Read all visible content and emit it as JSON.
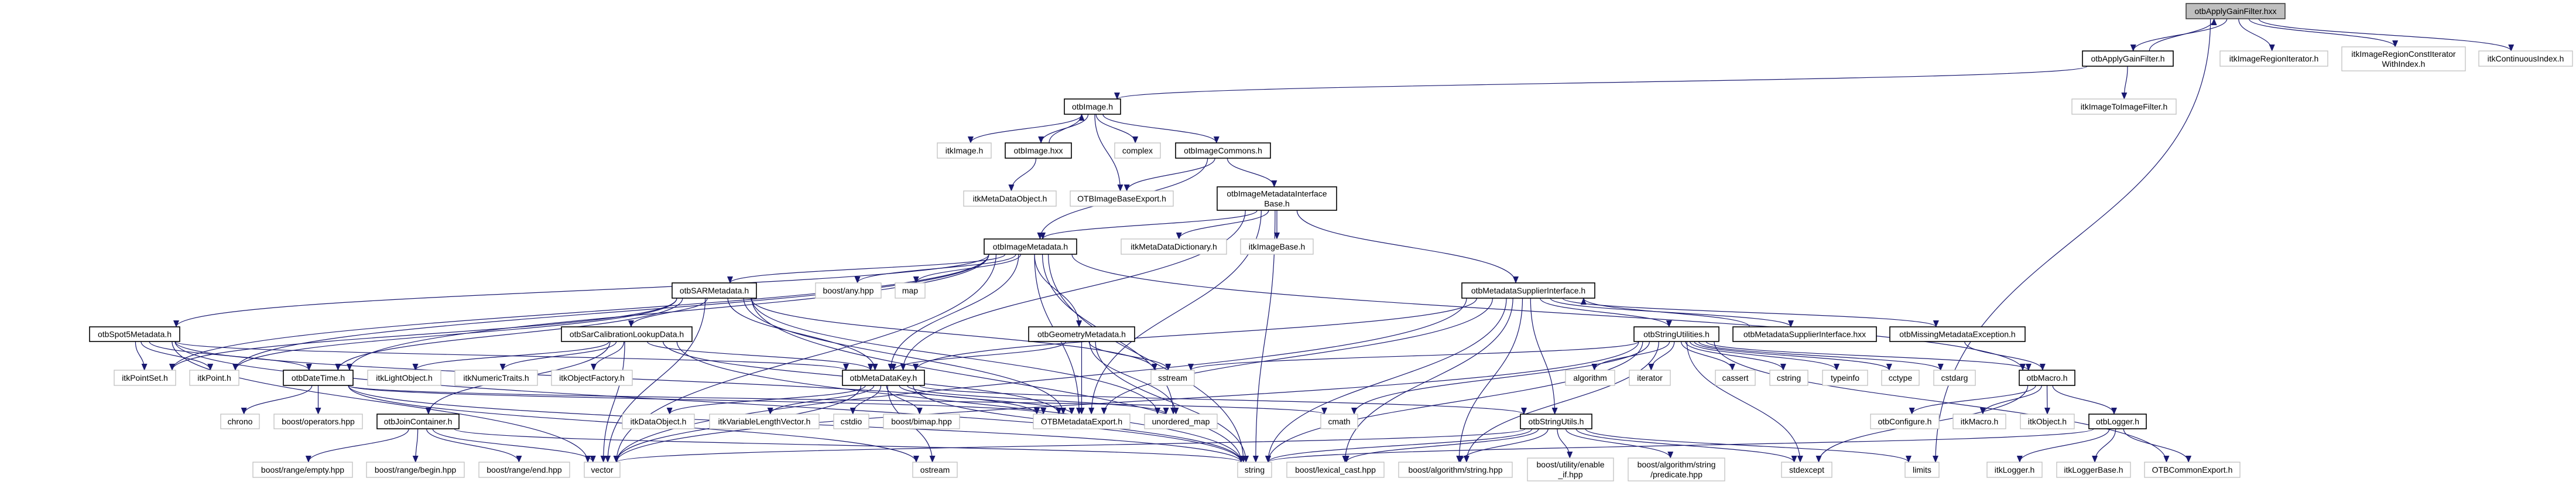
{
  "colors": {
    "edge": "#191970",
    "root_fill": "#bfbfbf",
    "local_border": "#000000",
    "external_border": "#bfbfbf"
  },
  "nodes": [
    {
      "id": "hxx",
      "label": [
        "otbApplyGainFilter.hxx"
      ],
      "kind": "root"
    },
    {
      "id": "agf",
      "label": [
        "otbApplyGainFilter.h"
      ],
      "kind": "local"
    },
    {
      "id": "iri",
      "label": [
        "itkImageRegionIterator.h"
      ],
      "kind": "external"
    },
    {
      "id": "ircwi",
      "label": [
        "itkImageRegionConstIterator",
        "WithIndex.h"
      ],
      "kind": "external"
    },
    {
      "id": "ici",
      "label": [
        "itkContinuousIndex.h"
      ],
      "kind": "external"
    },
    {
      "id": "iti",
      "label": [
        "itkImageToImageFilter.h"
      ],
      "kind": "external"
    },
    {
      "id": "oimg",
      "label": [
        "otbImage.h"
      ],
      "kind": "local"
    },
    {
      "id": "itkimg",
      "label": [
        "itkImage.h"
      ],
      "kind": "external"
    },
    {
      "id": "oimghxx",
      "label": [
        "otbImage.hxx"
      ],
      "kind": "local"
    },
    {
      "id": "complex",
      "label": [
        "complex"
      ],
      "kind": "external"
    },
    {
      "id": "oic",
      "label": [
        "otbImageCommons.h"
      ],
      "kind": "local"
    },
    {
      "id": "imdo",
      "label": [
        "itkMetaDataObject.h"
      ],
      "kind": "external"
    },
    {
      "id": "oibe",
      "label": [
        "OTBImageBaseExport.h"
      ],
      "kind": "external"
    },
    {
      "id": "oimib",
      "label": [
        "otbImageMetadataInterface",
        "Base.h"
      ],
      "kind": "local"
    },
    {
      "id": "oim",
      "label": [
        "otbImageMetadata.h"
      ],
      "kind": "local"
    },
    {
      "id": "imdd",
      "label": [
        "itkMetaDataDictionary.h"
      ],
      "kind": "external"
    },
    {
      "id": "iib",
      "label": [
        "itkImageBase.h"
      ],
      "kind": "external"
    },
    {
      "id": "osar",
      "label": [
        "otbSARMetadata.h"
      ],
      "kind": "local"
    },
    {
      "id": "bany",
      "label": [
        "boost/any.hpp"
      ],
      "kind": "external"
    },
    {
      "id": "map",
      "label": [
        "map"
      ],
      "kind": "external"
    },
    {
      "id": "omsi",
      "label": [
        "otbMetadataSupplierInterface.h"
      ],
      "kind": "local"
    },
    {
      "id": "spot5",
      "label": [
        "otbSpot5Metadata.h"
      ],
      "kind": "local"
    },
    {
      "id": "scld",
      "label": [
        "otbSarCalibrationLookupData.h"
      ],
      "kind": "local"
    },
    {
      "id": "ogm",
      "label": [
        "otbGeometryMetadata.h"
      ],
      "kind": "local"
    },
    {
      "id": "osu",
      "label": [
        "otbStringUtilities.h"
      ],
      "kind": "local"
    },
    {
      "id": "omsihxx",
      "label": [
        "otbMetadataSupplierInterface.hxx"
      ],
      "kind": "local"
    },
    {
      "id": "omme",
      "label": [
        "otbMissingMetadataException.h"
      ],
      "kind": "local"
    },
    {
      "id": "ips",
      "label": [
        "itkPointSet.h"
      ],
      "kind": "external"
    },
    {
      "id": "ipt",
      "label": [
        "itkPoint.h"
      ],
      "kind": "external"
    },
    {
      "id": "odt",
      "label": [
        "otbDateTime.h"
      ],
      "kind": "local"
    },
    {
      "id": "ilo",
      "label": [
        "itkLightObject.h"
      ],
      "kind": "external"
    },
    {
      "id": "int",
      "label": [
        "itkNumericTraits.h"
      ],
      "kind": "external"
    },
    {
      "id": "iof",
      "label": [
        "itkObjectFactory.h"
      ],
      "kind": "external"
    },
    {
      "id": "omdk",
      "label": [
        "otbMetaDataKey.h"
      ],
      "kind": "local"
    },
    {
      "id": "sstream",
      "label": [
        "sstream"
      ],
      "kind": "external"
    },
    {
      "id": "algorithm",
      "label": [
        "algorithm"
      ],
      "kind": "external"
    },
    {
      "id": "iterator",
      "label": [
        "iterator"
      ],
      "kind": "external"
    },
    {
      "id": "cassert",
      "label": [
        "cassert"
      ],
      "kind": "external"
    },
    {
      "id": "cstring",
      "label": [
        "cstring"
      ],
      "kind": "external"
    },
    {
      "id": "typeinfo",
      "label": [
        "typeinfo"
      ],
      "kind": "external"
    },
    {
      "id": "cctype",
      "label": [
        "cctype"
      ],
      "kind": "external"
    },
    {
      "id": "cstdarg",
      "label": [
        "cstdarg"
      ],
      "kind": "external"
    },
    {
      "id": "omacro",
      "label": [
        "otbMacro.h"
      ],
      "kind": "local"
    },
    {
      "id": "chrono",
      "label": [
        "chrono"
      ],
      "kind": "external"
    },
    {
      "id": "bops",
      "label": [
        "boost/operators.hpp"
      ],
      "kind": "external"
    },
    {
      "id": "ojc",
      "label": [
        "otbJoinContainer.h"
      ],
      "kind": "local"
    },
    {
      "id": "ido",
      "label": [
        "itkDataObject.h"
      ],
      "kind": "external"
    },
    {
      "id": "ivlv",
      "label": [
        "itkVariableLengthVector.h"
      ],
      "kind": "external"
    },
    {
      "id": "cstdio",
      "label": [
        "cstdio"
      ],
      "kind": "external"
    },
    {
      "id": "bbimap",
      "label": [
        "boost/bimap.hpp"
      ],
      "kind": "external"
    },
    {
      "id": "omde",
      "label": [
        "OTBMetadataExport.h"
      ],
      "kind": "external"
    },
    {
      "id": "umap",
      "label": [
        "unordered_map"
      ],
      "kind": "external"
    },
    {
      "id": "cmath",
      "label": [
        "cmath"
      ],
      "kind": "external"
    },
    {
      "id": "ostu",
      "label": [
        "otbStringUtils.h"
      ],
      "kind": "local"
    },
    {
      "id": "oconf",
      "label": [
        "otbConfigure.h"
      ],
      "kind": "external"
    },
    {
      "id": "imacro",
      "label": [
        "itkMacro.h"
      ],
      "kind": "external"
    },
    {
      "id": "iobj",
      "label": [
        "itkObject.h"
      ],
      "kind": "external"
    },
    {
      "id": "olog",
      "label": [
        "otbLogger.h"
      ],
      "kind": "local"
    },
    {
      "id": "bre",
      "label": [
        "boost/range/empty.hpp"
      ],
      "kind": "external"
    },
    {
      "id": "brb",
      "label": [
        "boost/range/begin.hpp"
      ],
      "kind": "external"
    },
    {
      "id": "brend",
      "label": [
        "boost/range/end.hpp"
      ],
      "kind": "external"
    },
    {
      "id": "vector",
      "label": [
        "vector"
      ],
      "kind": "external"
    },
    {
      "id": "ostream",
      "label": [
        "ostream"
      ],
      "kind": "external"
    },
    {
      "id": "string",
      "label": [
        "string"
      ],
      "kind": "external"
    },
    {
      "id": "blc",
      "label": [
        "boost/lexical_cast.hpp"
      ],
      "kind": "external"
    },
    {
      "id": "bas",
      "label": [
        "boost/algorithm/string.hpp"
      ],
      "kind": "external"
    },
    {
      "id": "bue",
      "label": [
        "boost/utility/enable",
        "_if.hpp"
      ],
      "kind": "external"
    },
    {
      "id": "basp",
      "label": [
        "boost/algorithm/string",
        "/predicate.hpp"
      ],
      "kind": "external"
    },
    {
      "id": "stdexcept",
      "label": [
        "stdexcept"
      ],
      "kind": "external"
    },
    {
      "id": "limits",
      "label": [
        "limits"
      ],
      "kind": "external"
    },
    {
      "id": "ilog",
      "label": [
        "itkLogger.h"
      ],
      "kind": "external"
    },
    {
      "id": "ilogb",
      "label": [
        "itkLoggerBase.h"
      ],
      "kind": "external"
    },
    {
      "id": "oce",
      "label": [
        "OTBCommonExport.h"
      ],
      "kind": "external"
    }
  ],
  "edges": [
    [
      "hxx",
      "agf"
    ],
    [
      "hxx",
      "iri"
    ],
    [
      "hxx",
      "ircwi"
    ],
    [
      "hxx",
      "ici"
    ],
    [
      "hxx",
      "limits"
    ],
    [
      "agf",
      "hxx"
    ],
    [
      "agf",
      "oimg"
    ],
    [
      "agf",
      "iti"
    ],
    [
      "oimg",
      "itkimg"
    ],
    [
      "oimg",
      "oimghxx"
    ],
    [
      "oimg",
      "oibe"
    ],
    [
      "oimg",
      "complex"
    ],
    [
      "oimg",
      "oic"
    ],
    [
      "oimghxx",
      "oimg"
    ],
    [
      "oimghxx",
      "imdo"
    ],
    [
      "oic",
      "oibe"
    ],
    [
      "oic",
      "oim"
    ],
    [
      "oic",
      "oimib"
    ],
    [
      "oimib",
      "oim"
    ],
    [
      "oimib",
      "imdd"
    ],
    [
      "oimib",
      "iib"
    ],
    [
      "oimib",
      "omsi"
    ],
    [
      "oimib",
      "omde"
    ],
    [
      "oimib",
      "string"
    ],
    [
      "oimib",
      "omdk"
    ],
    [
      "oim",
      "osar"
    ],
    [
      "oim",
      "bany"
    ],
    [
      "oim",
      "map"
    ],
    [
      "oim",
      "ogm"
    ],
    [
      "oim",
      "omdk"
    ],
    [
      "oim",
      "omde"
    ],
    [
      "oim",
      "umap"
    ],
    [
      "oim",
      "string"
    ],
    [
      "oim",
      "vector"
    ],
    [
      "oim",
      "spot5"
    ],
    [
      "oim",
      "ips"
    ],
    [
      "oim",
      "ipt"
    ],
    [
      "oim",
      "odt"
    ],
    [
      "oim",
      "omacro"
    ],
    [
      "osar",
      "scld"
    ],
    [
      "osar",
      "omdk"
    ],
    [
      "osar",
      "omde"
    ],
    [
      "osar",
      "sstream"
    ],
    [
      "osar",
      "string"
    ],
    [
      "osar",
      "umap"
    ],
    [
      "osar",
      "vector"
    ],
    [
      "osar",
      "odt"
    ],
    [
      "osar",
      "ips"
    ],
    [
      "osar",
      "ipt"
    ],
    [
      "spot5",
      "ips"
    ],
    [
      "spot5",
      "ipt"
    ],
    [
      "spot5",
      "odt"
    ],
    [
      "spot5",
      "omdk"
    ],
    [
      "spot5",
      "vector"
    ],
    [
      "spot5",
      "string"
    ],
    [
      "spot5",
      "omde"
    ],
    [
      "scld",
      "ilo"
    ],
    [
      "scld",
      "int"
    ],
    [
      "scld",
      "iof"
    ],
    [
      "scld",
      "omdk"
    ],
    [
      "scld",
      "omde"
    ],
    [
      "scld",
      "ojc"
    ],
    [
      "scld",
      "string"
    ],
    [
      "scld",
      "vector"
    ],
    [
      "ogm",
      "omdk"
    ],
    [
      "ogm",
      "omde"
    ],
    [
      "ogm",
      "sstream"
    ],
    [
      "ogm",
      "string"
    ],
    [
      "ogm",
      "umap"
    ],
    [
      "odt",
      "chrono"
    ],
    [
      "odt",
      "bops"
    ],
    [
      "odt",
      "omde"
    ],
    [
      "odt",
      "string"
    ],
    [
      "odt",
      "ostream"
    ],
    [
      "odt",
      "cmath"
    ],
    [
      "omdk",
      "ido"
    ],
    [
      "omdk",
      "ivlv"
    ],
    [
      "omdk",
      "cstdio"
    ],
    [
      "omdk",
      "bbimap"
    ],
    [
      "omdk",
      "omde"
    ],
    [
      "omdk",
      "umap"
    ],
    [
      "omdk",
      "string"
    ],
    [
      "omdk",
      "vector"
    ],
    [
      "omdk",
      "ostream"
    ],
    [
      "omdk",
      "ostu"
    ],
    [
      "ojc",
      "bre"
    ],
    [
      "ojc",
      "brb"
    ],
    [
      "ojc",
      "brend"
    ],
    [
      "ojc",
      "string"
    ],
    [
      "ojc",
      "vector"
    ],
    [
      "omsi",
      "osu"
    ],
    [
      "omsi",
      "omsihxx"
    ],
    [
      "omsi",
      "omme"
    ],
    [
      "omsi",
      "omde"
    ],
    [
      "omsi",
      "string"
    ],
    [
      "omsi",
      "vector"
    ],
    [
      "omsi",
      "ostu"
    ],
    [
      "omsi",
      "blc"
    ],
    [
      "omsi",
      "bas"
    ],
    [
      "omsi",
      "omdk"
    ],
    [
      "omsihxx",
      "omsi"
    ],
    [
      "osu",
      "algorithm"
    ],
    [
      "osu",
      "iterator"
    ],
    [
      "osu",
      "cassert"
    ],
    [
      "osu",
      "cstring"
    ],
    [
      "osu",
      "typeinfo"
    ],
    [
      "osu",
      "cctype"
    ],
    [
      "osu",
      "cstdarg"
    ],
    [
      "osu",
      "omacro"
    ],
    [
      "osu",
      "sstream"
    ],
    [
      "osu",
      "cmath"
    ],
    [
      "osu",
      "string"
    ],
    [
      "osu",
      "vector"
    ],
    [
      "osu",
      "bas"
    ],
    [
      "osu",
      "stdexcept"
    ],
    [
      "osu",
      "oce"
    ],
    [
      "omme",
      "omacro"
    ],
    [
      "omacro",
      "oconf"
    ],
    [
      "omacro",
      "imacro"
    ],
    [
      "omacro",
      "iobj"
    ],
    [
      "omacro",
      "olog"
    ],
    [
      "omacro",
      "stdexcept"
    ],
    [
      "olog",
      "ilog"
    ],
    [
      "olog",
      "ilogb"
    ],
    [
      "olog",
      "oce"
    ],
    [
      "olog",
      "string"
    ],
    [
      "ostu",
      "blc"
    ],
    [
      "ostu",
      "bas"
    ],
    [
      "ostu",
      "bue"
    ],
    [
      "ostu",
      "basp"
    ],
    [
      "ostu",
      "stdexcept"
    ],
    [
      "ostu",
      "limits"
    ],
    [
      "ostu",
      "string"
    ],
    [
      "ostu",
      "vector"
    ]
  ]
}
